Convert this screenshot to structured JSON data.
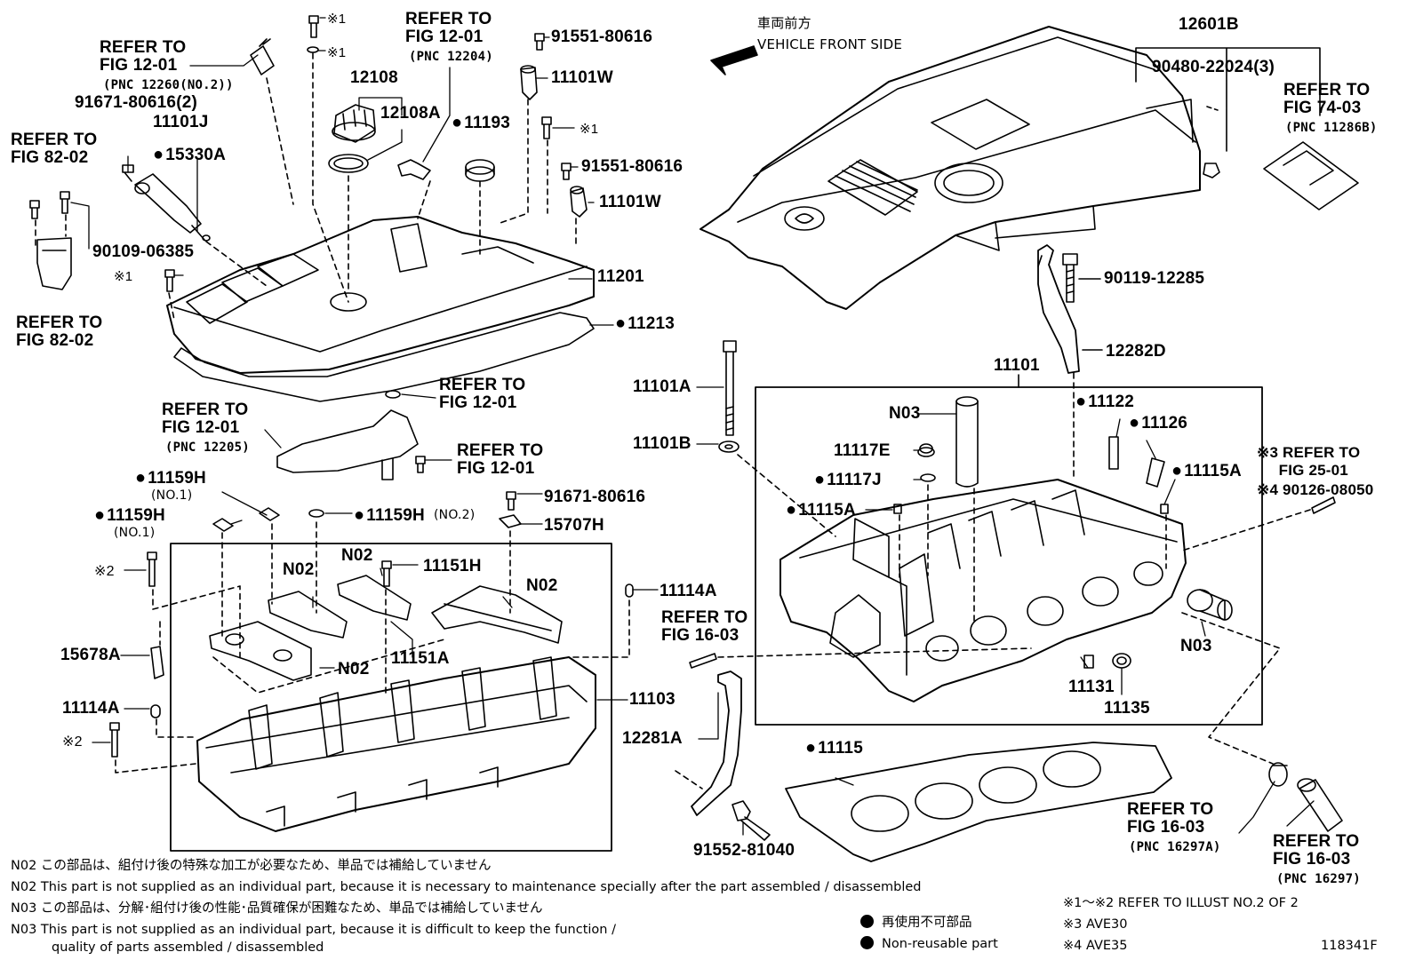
{
  "header": {
    "vehicle_front_jp": "車両前方",
    "vehicle_front_en": "VEHICLE FRONT SIDE"
  },
  "labels": {
    "l_x1_top": "※1",
    "l_x1_washer": "※1",
    "l_refer_12204": "REFER TO\nFIG 12-01",
    "l_pnc_12204": "(PNC 12204)",
    "l_91551_top": "91551-80616",
    "l_11101W_top": "11101W",
    "l_refer_12260": "REFER TO\nFIG 12-01",
    "l_pnc_12260": "(PNC 12260(NO.2))",
    "l_12108": "12108",
    "l_12108A": "12108A",
    "l_91671_2": "91671-80616(2)",
    "l_11101J": "11101J",
    "l_11193": "11193",
    "l_x1_right": "※1",
    "l_15330A": "15330A",
    "l_refer_8202_top": "REFER TO\nFIG 82-02",
    "l_91551_mid": "91551-80616",
    "l_11101W_mid": "11101W",
    "l_90109": "90109-06385",
    "l_x1_left": "※1",
    "l_11201": "11201",
    "l_refer_8202_bot": "REFER TO\nFIG 82-02",
    "l_11213": "11213",
    "l_refer_1201_b": "REFER TO\nFIG 12-01",
    "l_refer_12205": "REFER TO\nFIG 12-01",
    "l_pnc_12205": "(PNC 12205)",
    "l_refer_1201_c": "REFER TO\nFIG 12-01",
    "l_11159H_top": "11159H",
    "l_no1_a": "(NO.1)",
    "l_91671_mid": "91671-80616",
    "l_11159H_left": "11159H",
    "l_11159H_no2": "11159H",
    "l_no2": "(NO.2)",
    "l_no1_b": "(NO.1)",
    "l_15707H": "15707H",
    "l_x2_a": "※2",
    "l_N02_a": "N02",
    "l_N02_b": "N02",
    "l_11151H": "11151H",
    "l_N02_c": "N02",
    "l_11114A_right": "11114A",
    "l_15678A": "15678A",
    "l_N02_d": "N02",
    "l_11151A": "11151A",
    "l_11114A_left": "11114A",
    "l_11103": "11103",
    "l_x2_b": "※2",
    "l_12601B": "12601B",
    "l_90480": "90480-22024(3)",
    "l_refer_7403": "REFER TO\nFIG 74-03",
    "l_pnc_11286B": "(PNC 11286B)",
    "l_90119": "90119-12285",
    "l_11101A": "11101A",
    "l_12282D": "12282D",
    "l_11101": "11101",
    "l_11101B": "11101B",
    "l_N03_top": "N03",
    "l_11122": "11122",
    "l_11126": "11126",
    "l_11117E": "11117E",
    "l_11117J": "11117J",
    "l_11115A_right": "11115A",
    "l_refer_2501": "※3 REFER TO\n     FIG 25-01",
    "l_490126": "※4 90126-08050",
    "l_11115A_left": "11115A",
    "l_refer_1603_a": "REFER TO\nFIG 16-03",
    "l_N03_right": "N03",
    "l_11131": "11131",
    "l_11135": "11135",
    "l_12281A": "12281A",
    "l_11115": "11115",
    "l_91552": "91552-81040",
    "l_refer_1603_b": "REFER TO\nFIG 16-03",
    "l_pnc_16297A": "(PNC 16297A)",
    "l_refer_1603_c": "REFER TO\nFIG 16-03",
    "l_pnc_16297": "(PNC 16297)"
  },
  "notes": {
    "n02_jp": "N02  この部品は、組付け後の特殊な加工が必要なため、単品では補給していません",
    "n02_en": "N02  This part is not supplied as an individual part, because it is necessary to maintenance specially after the part assembled / disassembled",
    "n03_jp": "N03  この部品は、分解･組付け後の性能･品質確保が困難なため、単品では補給していません",
    "n03_en1": "N03  This part is not supplied as an individual part, because it is difficult to keep the function /",
    "n03_en2": "quality of parts  assembled / disassembled"
  },
  "legend": {
    "nonreusable_jp": "再使用不可部品",
    "nonreusable_en": "Non-reusable part"
  },
  "footnotes": {
    "x1_x2": "※1～※2  REFER TO ILLUST NO.2 OF 2",
    "x3": "※3 AVE30",
    "x4": "※4 AVE35"
  },
  "figure_id": "118341F",
  "colors": {
    "line": "#000000",
    "background": "#ffffff"
  }
}
